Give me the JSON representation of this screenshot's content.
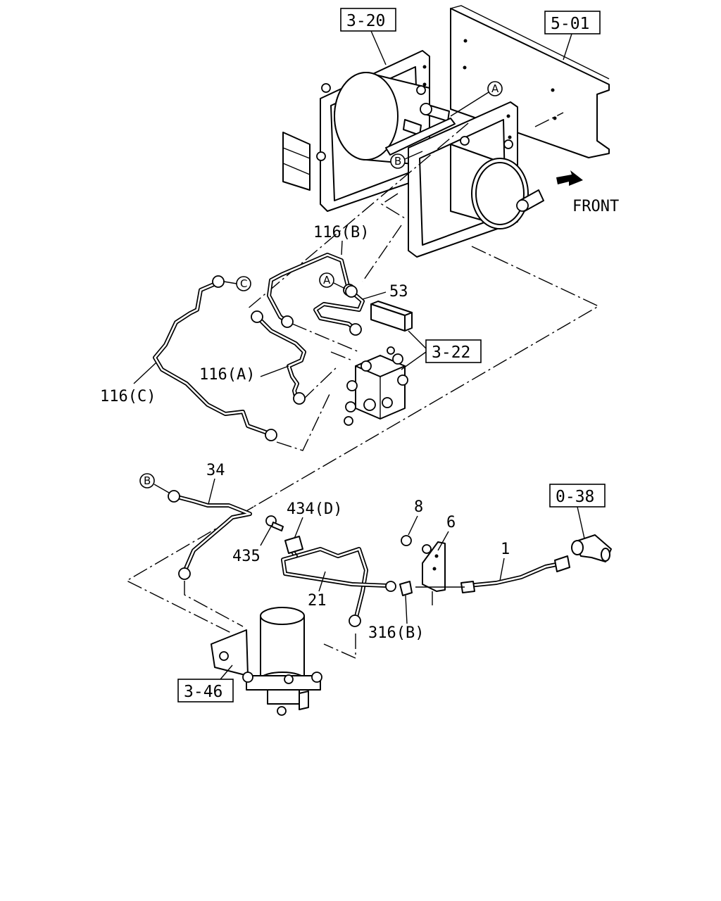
{
  "diagram": {
    "references": {
      "ref_3_20": "3-20",
      "ref_5_01": "5-01",
      "ref_3_22": "3-22",
      "ref_0_38": "0-38",
      "ref_3_46": "3-46"
    },
    "direction_label": "FRONT",
    "callouts": {
      "a_top": "A",
      "b_top": "B",
      "a_mid": "A",
      "c_mid": "C",
      "b_low": "B"
    },
    "part_labels": {
      "p116b": "116(B)",
      "p53": "53",
      "p116a": "116(A)",
      "p116c": "116(C)",
      "p34": "34",
      "p434d": "434(D)",
      "p435": "435",
      "p21": "21",
      "p8": "8",
      "p6": "6",
      "p1": "1",
      "p316b": "316(B)"
    }
  }
}
